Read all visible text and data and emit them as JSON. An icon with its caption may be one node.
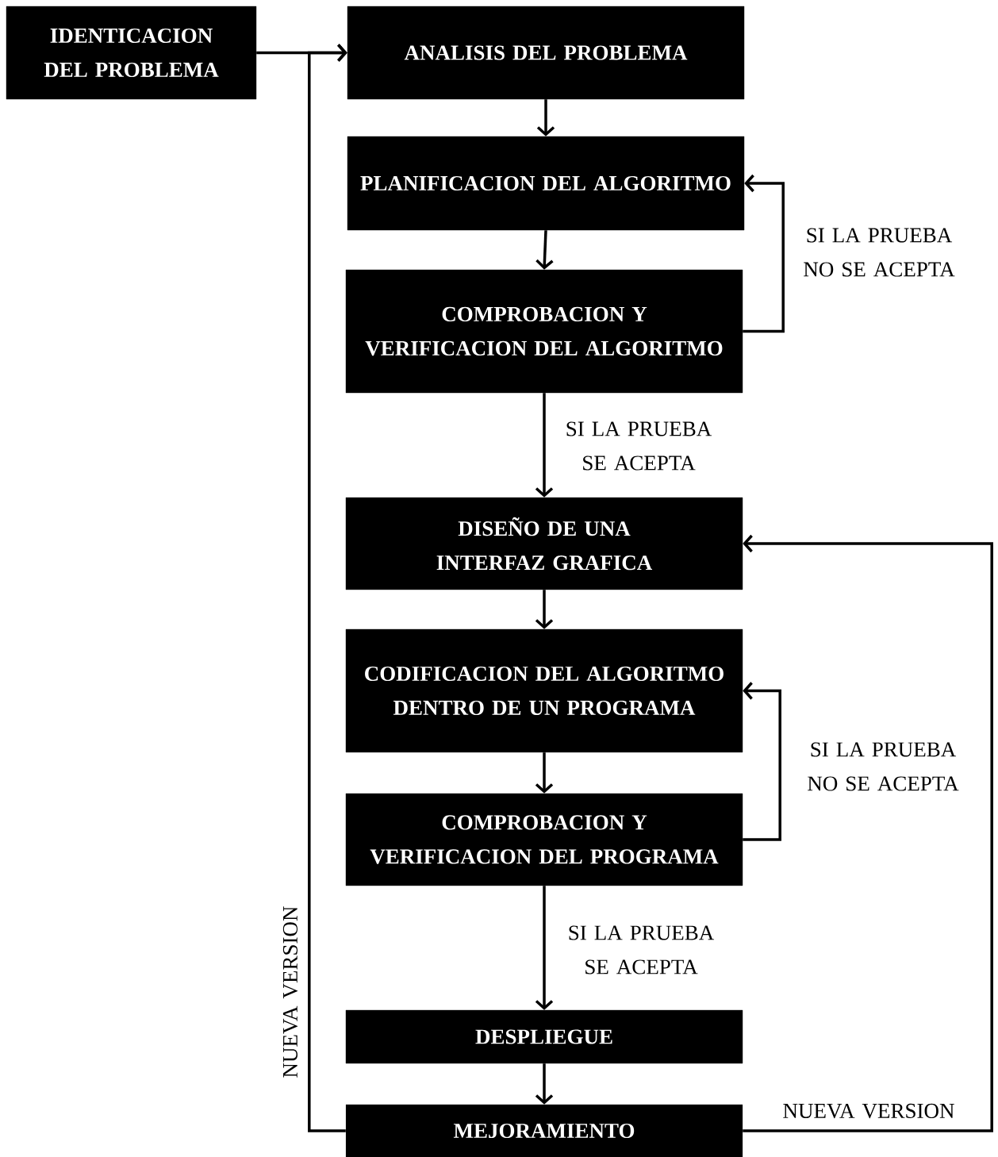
{
  "diagram": {
    "nodes": [
      {
        "text": [
          "IDENTICACION DEL PROBLEMA"
        ]
      },
      {
        "text": [
          "ANALISIS DEL PROBLEMA"
        ]
      },
      {
        "text": [
          "PLANIFICACION DEL ALGORITMO"
        ]
      },
      {
        "text": [
          "COMPROBACION Y VERIFICACION DEL ALGORITMO"
        ]
      },
      {
        "text": [
          "DISEÑO DE UNA INTERFAZ GRAFICA"
        ]
      },
      {
        "text": [
          "CODIFICACION DEL ALGORITMO DENTRO DE UN PROGRAMA"
        ]
      },
      {
        "text": [
          "COMPROBACION Y VERIFICACION DEL PROGRAMA"
        ]
      },
      {
        "text": [
          "DESPLIEGUE"
        ]
      },
      {
        "text": [
          "MEJORAMIENTO"
        ]
      }
    ],
    "edges": [
      {
        "from": 0,
        "to": 1,
        "arrow": "to"
      },
      {
        "from": 1,
        "to": 2,
        "arrow": "to"
      },
      {
        "from": 2,
        "to": 3,
        "arrow": "to"
      },
      {
        "from": 3,
        "to": 4,
        "arrow": "to",
        "label": "SI LA PRUEBA SE ACEPTA"
      },
      {
        "from": 3,
        "to": 2,
        "arrow": "to",
        "label": "SI LA PRUEBA NO SE ACEPTA"
      },
      {
        "from": 4,
        "to": 5,
        "arrow": "to"
      },
      {
        "from": 5,
        "to": 6,
        "arrow": "to"
      },
      {
        "from": 6,
        "to": 5,
        "arrow": "to",
        "label": "SI LA PRUEBA NO SE ACEPTA"
      },
      {
        "from": 6,
        "to": 7,
        "arrow": "to",
        "label": "SI LA PRUEBA SE ACEPTA"
      },
      {
        "from": 7,
        "to": 8,
        "arrow": "to"
      },
      {
        "from": 8,
        "to": 1,
        "arrow": "to",
        "label": "NUEVA VERSION"
      },
      {
        "from": 8,
        "to": 4,
        "arrow": "to",
        "label": "NUEVA VERSION"
      }
    ]
  }
}
